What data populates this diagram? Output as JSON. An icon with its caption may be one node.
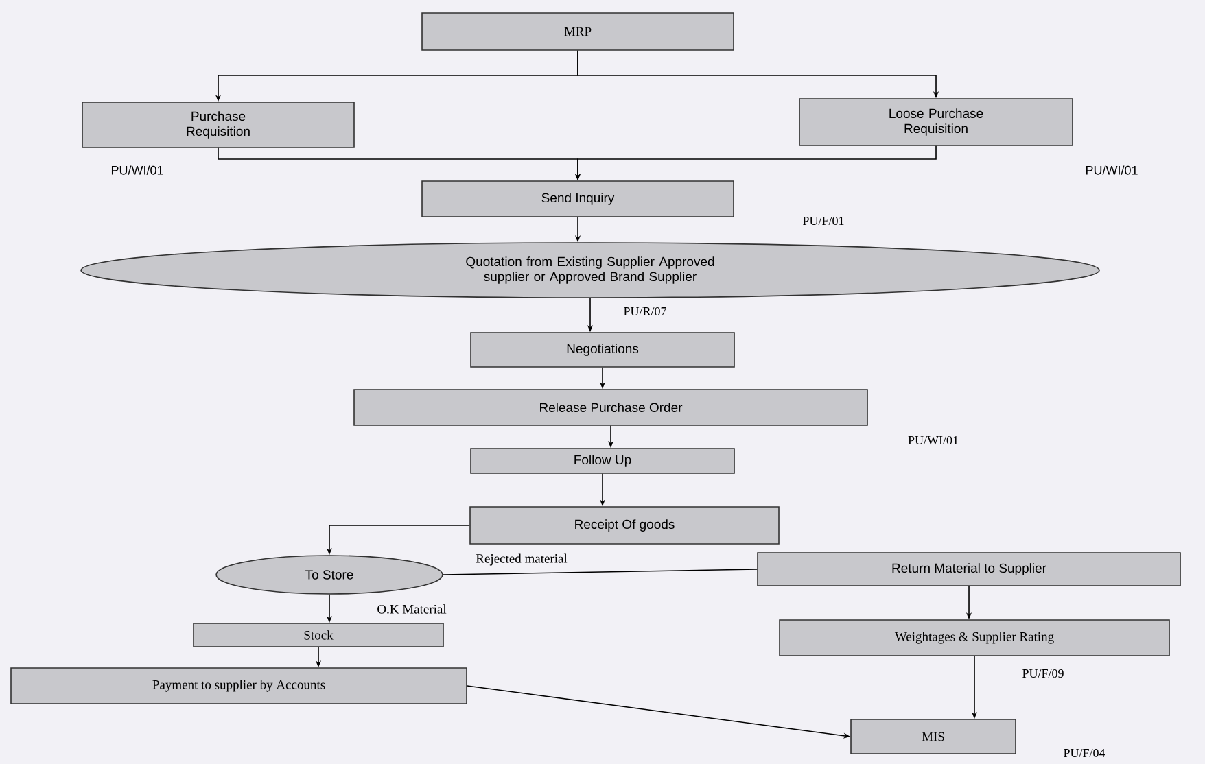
{
  "diagram": {
    "nodes": [
      {
        "text": [
          "MRP"
        ]
      },
      {
        "text": [
          "Purchase Requisition"
        ]
      },
      {
        "text": [
          "Loose Purchase Requisition"
        ]
      },
      {
        "text": [
          "Send Inquiry"
        ]
      },
      {
        "text": [
          "Quotation from Existing Supplier Approved supplier or Approved Brand Supplier"
        ]
      },
      {
        "text": [
          "Negotiations"
        ]
      },
      {
        "text": [
          "Release Purchase Order"
        ]
      },
      {
        "text": [
          "Follow Up"
        ]
      },
      {
        "text": [
          "Receipt Of goods"
        ]
      },
      {
        "text": [
          "To Store"
        ]
      },
      {
        "text": [
          "Return Material to Supplier"
        ]
      },
      {
        "text": [
          "Stock"
        ]
      },
      {
        "text": [
          "Weightages & Supplier Rating"
        ]
      },
      {
        "text": [
          "Payment to supplier by Accounts"
        ]
      },
      {
        "text": [
          "MIS"
        ]
      }
    ],
    "edges": [
      {
        "from": 0,
        "to": 1,
        "arrow": "to"
      },
      {
        "from": 0,
        "to": 2,
        "arrow": "to"
      },
      {
        "from": 1,
        "to": 3,
        "arrow": "to"
      },
      {
        "from": 2,
        "to": 3,
        "arrow": "to"
      },
      {
        "from": 3,
        "to": 4,
        "arrow": "to"
      },
      {
        "from": 4,
        "to": 5,
        "arrow": "to"
      },
      {
        "from": 5,
        "to": 6,
        "arrow": "to"
      },
      {
        "from": 6,
        "to": 7,
        "arrow": "to"
      },
      {
        "from": 7,
        "to": 8,
        "arrow": "to"
      },
      {
        "from": 8,
        "to": 9,
        "arrow": "to"
      },
      {
        "from": 9,
        "to": 10,
        "arrow": "none",
        "label": "Rejected material"
      },
      {
        "from": 9,
        "to": 11,
        "arrow": "to",
        "label": "O.K Material"
      },
      {
        "from": 10,
        "to": 12,
        "arrow": "to"
      },
      {
        "from": 11,
        "to": 13,
        "arrow": "to"
      },
      {
        "from": 12,
        "to": 14,
        "arrow": "to"
      },
      {
        "from": 13,
        "to": 14,
        "arrow": "to"
      }
    ],
    "labels": [
      "PU/WI/01",
      "PU/WI/01",
      "PU/F/01",
      "PU/R/07",
      "PU/WI/01",
      "PU/F/09",
      "PU/F/04"
    ]
  }
}
